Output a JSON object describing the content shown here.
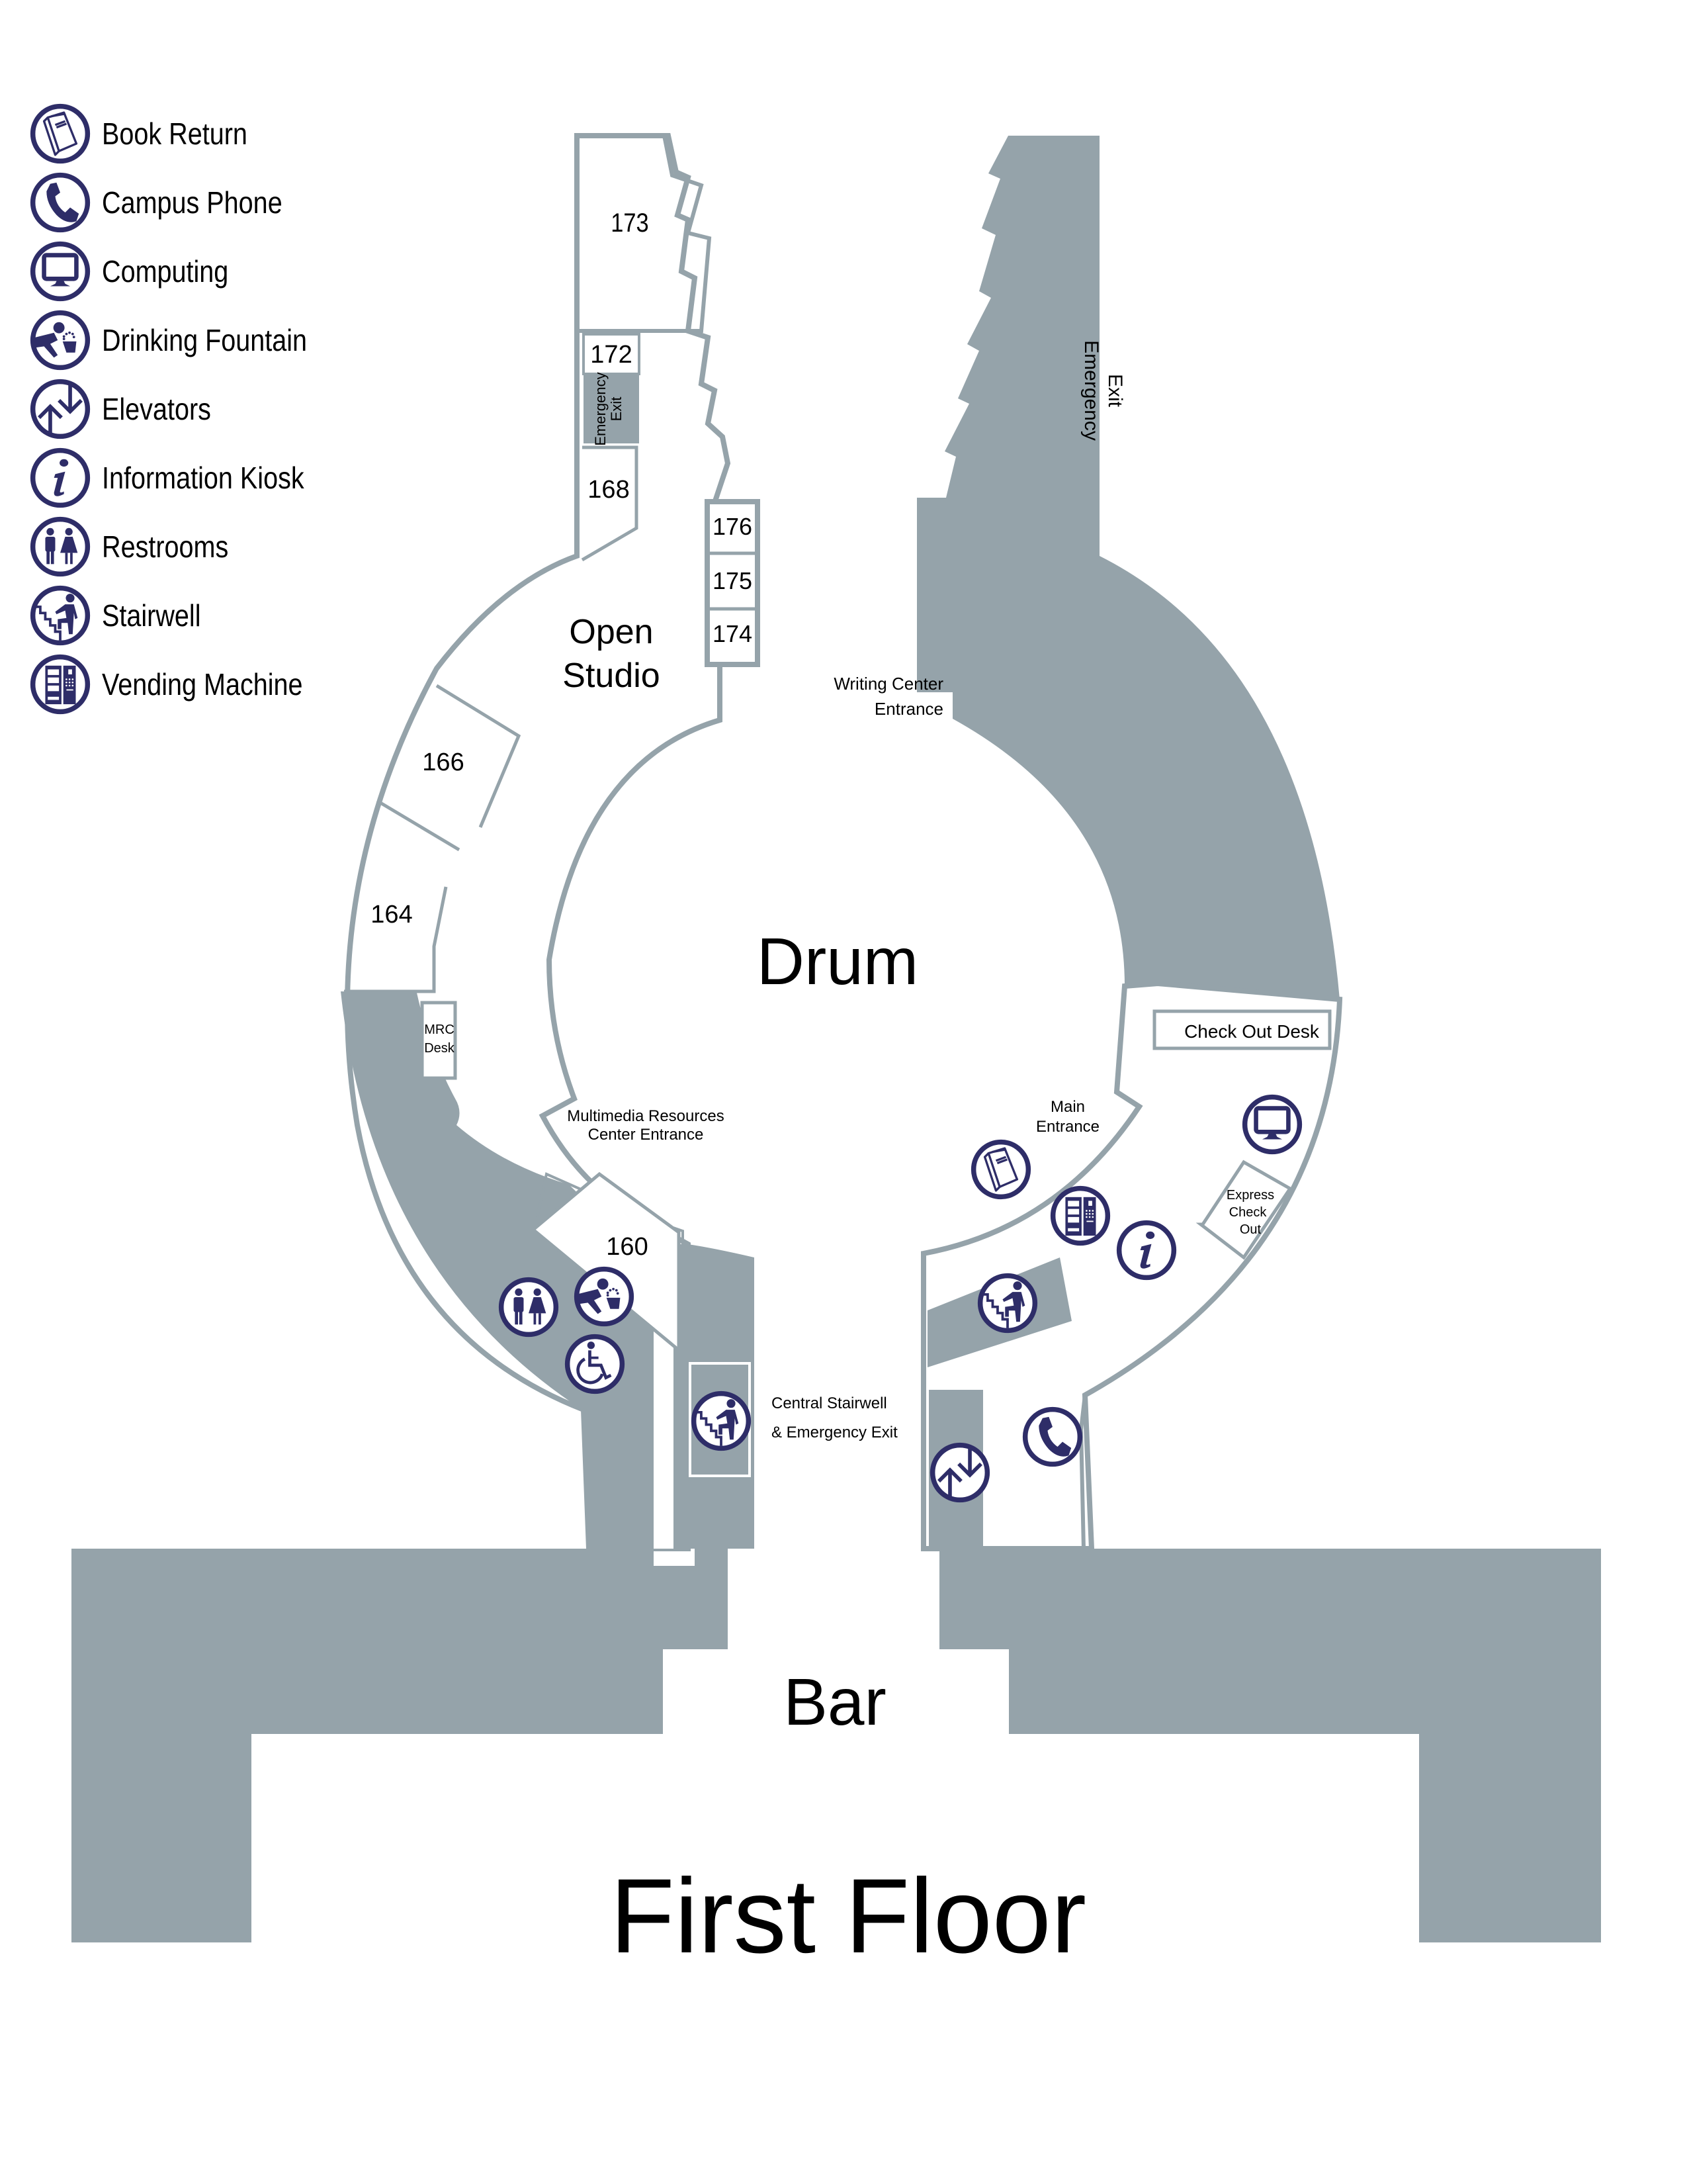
{
  "colors": {
    "wall": "#95a3aa",
    "icon": "#2e2d68",
    "background": "#ffffff",
    "text": "#000000"
  },
  "legend": {
    "items": [
      {
        "icon": "book-return-icon",
        "label": "Book Return"
      },
      {
        "icon": "campus-phone-icon",
        "label": "Campus Phone"
      },
      {
        "icon": "computing-icon",
        "label": "Computing"
      },
      {
        "icon": "drinking-fountain-icon",
        "label": "Drinking Fountain"
      },
      {
        "icon": "elevators-icon",
        "label": "Elevators"
      },
      {
        "icon": "information-kiosk-icon",
        "label": "Information Kiosk"
      },
      {
        "icon": "restrooms-icon",
        "label": "Restrooms"
      },
      {
        "icon": "stairwell-icon",
        "label": "Stairwell"
      },
      {
        "icon": "vending-machine-icon",
        "label": "Vending Machine"
      }
    ]
  },
  "map": {
    "title": "First Floor",
    "areas": {
      "drum": "Drum",
      "bar": "Bar",
      "open_studio_line1": "Open",
      "open_studio_line2": "Studio"
    },
    "rooms": {
      "r173": "173",
      "r172": "172",
      "r168": "168",
      "r176": "176",
      "r175": "175",
      "r174": "174",
      "r166": "166",
      "r164": "164",
      "r160": "160"
    },
    "labels": {
      "emergency_exit_small_line1": "Emergency",
      "emergency_exit_small_line2": "Exit",
      "emergency_exit_right_line1": "Emergency",
      "emergency_exit_right_line2": "Exit",
      "writing_center_line1": "Writing Center",
      "writing_center_line2": "Entrance",
      "mrc_desk_line1": "MRC",
      "mrc_desk_line2": "Desk",
      "mrc_entrance_line1": "Multimedia Resources",
      "mrc_entrance_line2": "Center Entrance",
      "main_entrance_line1": "Main",
      "main_entrance_line2": "Entrance",
      "check_out_desk": "Check Out Desk",
      "express_line1": "Express",
      "express_line2": "Check",
      "express_line3": "Out",
      "central_stair_line1": "Central Stairwell",
      "central_stair_line2": "& Emergency Exit"
    },
    "markers": [
      {
        "icon": "restrooms-icon"
      },
      {
        "icon": "drinking-fountain-icon"
      },
      {
        "icon": "wheelchair-accessible-icon"
      },
      {
        "icon": "stairwell-icon",
        "location": "central stairwell"
      },
      {
        "icon": "book-return-icon"
      },
      {
        "icon": "vending-machine-icon"
      },
      {
        "icon": "information-kiosk-icon"
      },
      {
        "icon": "computing-icon"
      },
      {
        "icon": "stairwell-icon",
        "location": "east"
      },
      {
        "icon": "campus-phone-icon"
      },
      {
        "icon": "elevators-icon"
      }
    ]
  }
}
